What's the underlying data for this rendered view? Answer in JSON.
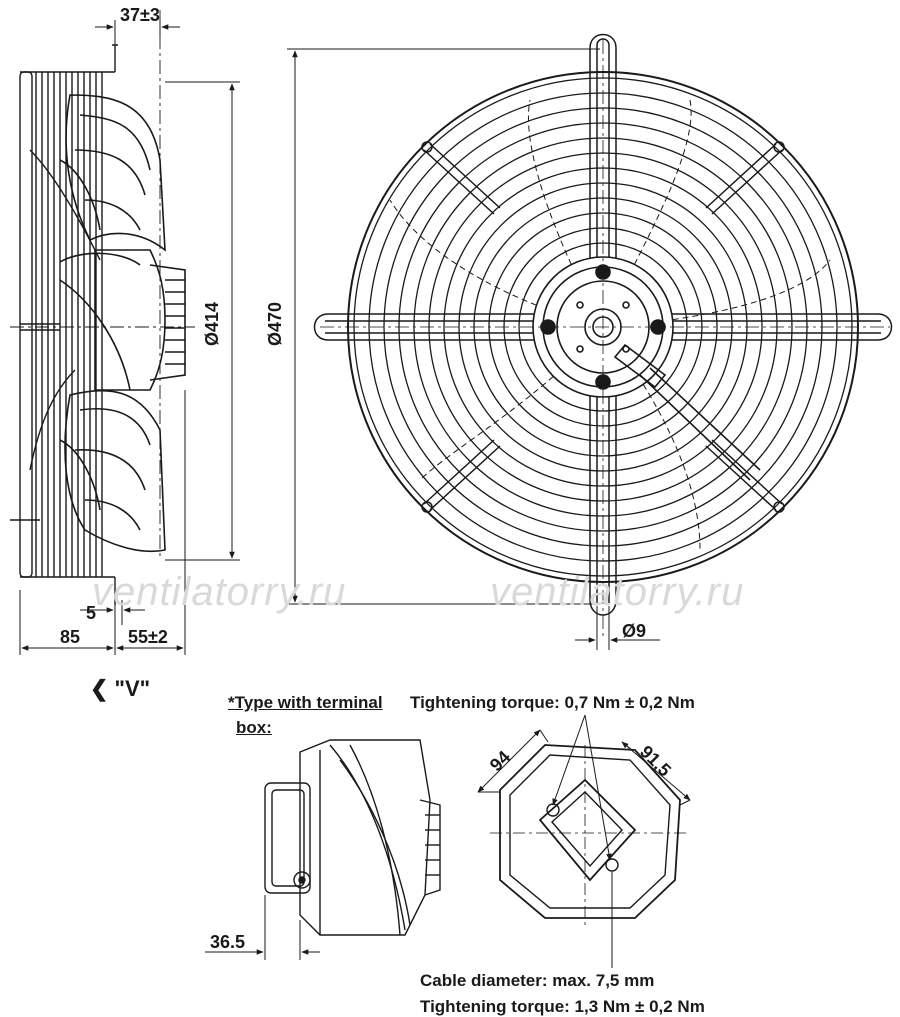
{
  "dimensions": {
    "gap_top": "37±3",
    "diameter_inner": "Ø414",
    "diameter_outer": "Ø470",
    "offset_5": "5",
    "depth_85": "85",
    "depth_55": "55±2",
    "hole_9": "Ø9",
    "width_94": "94",
    "width_91_5": "91,5",
    "depth_36_5": "36.5"
  },
  "view_label": "❮ \"V\"",
  "notes": {
    "terminal_box_line1": "*Type with terminal",
    "terminal_box_line2": "box:",
    "tightening_torque_1": "Tightening torque: 0,7 Nm ± 0,2 Nm",
    "cable_diameter": "Cable diameter: max. 7,5 mm",
    "tightening_torque_2": "Tightening torque: 1,3 Nm ± 0,2 Nm"
  },
  "watermarks": [
    "ventilatorry.ru",
    "ventilatorry.ru"
  ],
  "colors": {
    "line": "#1a1a1a",
    "watermark": "#d9d9d9",
    "background": "#ffffff"
  }
}
